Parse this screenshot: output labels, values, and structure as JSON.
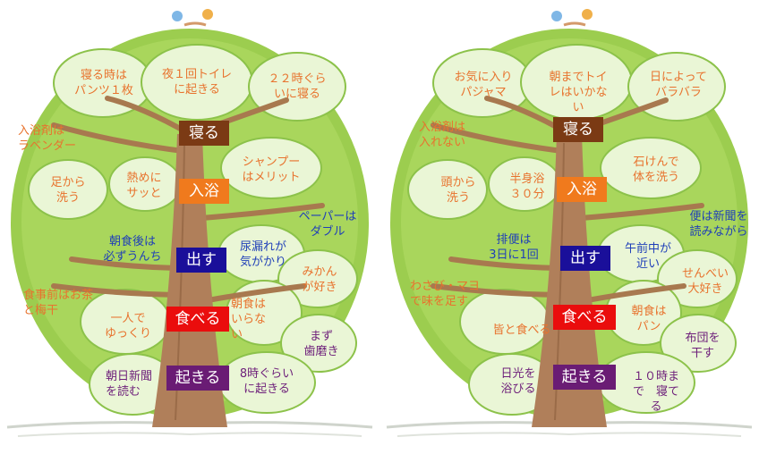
{
  "colors": {
    "bush": "#9ccd4f",
    "bush_light": "#b9dd7a",
    "cloud": "#eaf6d6",
    "trunk": "#b07f5a",
    "branch": "#a8794f",
    "stage_sleep": "#7b3a14",
    "stage_bath": "#f07a1d",
    "stage_excrete": "#1a0f9a",
    "stage_eat": "#ea0d0d",
    "stage_wake": "#6a1c74"
  },
  "trees": [
    {
      "stages": {
        "sleep": "寝る",
        "bath": "入浴",
        "excrete": "出す",
        "eat": "食べる",
        "wake": "起きる"
      },
      "bubbles": [
        "寝る時は\nパンツ１枚",
        "夜１回トイレ\nに起きる",
        "２２時ぐら\nいに寝る",
        "入浴剤は\nラベンダー",
        "足から\n洗う",
        "熱めに\nサッと",
        "シャンプー\nはメリット",
        "ペーパーは\nダブル",
        "朝食後は\n必ずうんち",
        "尿漏れが\n気がかり",
        "みかん\nが好き",
        "食事前はお茶\nと梅干",
        "一人で\nゆっくり",
        "朝食は\nいらな\nい",
        "まず\n歯磨き",
        "朝日新聞\nを読む",
        "8時ぐらい\nに起きる"
      ]
    },
    {
      "stages": {
        "sleep": "寝る",
        "bath": "入浴",
        "excrete": "出す",
        "eat": "食べる",
        "wake": "起きる"
      },
      "bubbles": [
        "お気に入り\nパジャマ",
        "朝までトイ\nレはいかな\nい",
        "日によって\nバラバラ",
        "入浴剤は\n入れない",
        "頭から\n洗う",
        "半身浴\n３０分",
        "石けんで\n体を洗う",
        "便は新聞を\n読みながら",
        "排便は\n3日に1回",
        "午前中が\n近い",
        "せんべい\n大好き",
        "わさび・マヨ\nで味を足す",
        "皆と食べる",
        "朝食は\nパン",
        "布団を\n干す",
        "日光を\n浴びる",
        "１０時ま\nで　寝て\nる"
      ]
    }
  ]
}
